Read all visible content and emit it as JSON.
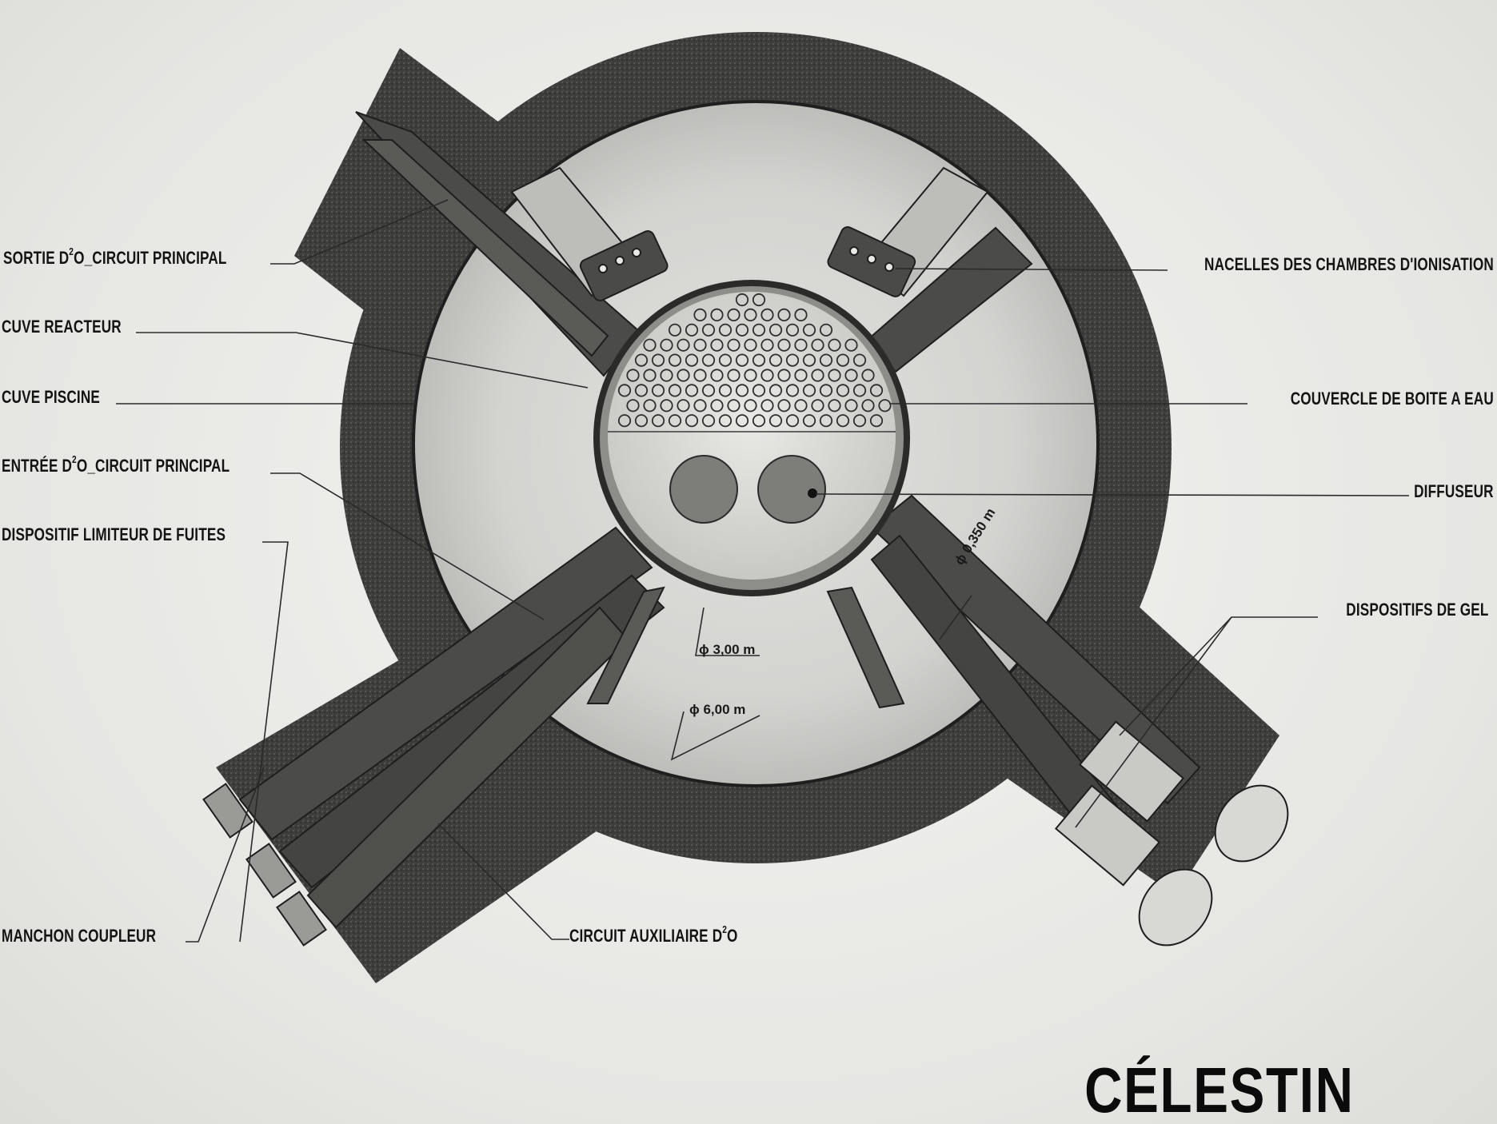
{
  "title": "CÉLESTIN",
  "labels": {
    "sortie_prefix": "SORTIE D",
    "sortie_sup": "2",
    "sortie_suffix": "O_CIRCUIT PRINCIPAL",
    "cuve_reacteur": "CUVE REACTEUR",
    "cuve_piscine": "CUVE PISCINE",
    "entree_prefix": "ENTRÉE D",
    "entree_sup": "2",
    "entree_suffix": "O_CIRCUIT PRINCIPAL",
    "limiteur": "DISPOSITIF LIMITEUR DE FUITES",
    "manchon": "MANCHON COUPLEUR",
    "auxiliaire_prefix": "CIRCUIT AUXILIAIRE D",
    "auxiliaire_sup": "2",
    "auxiliaire_suffix": "O",
    "nacelles": "NACELLES DES CHAMBRES D'IONISATION",
    "couvercle": "COUVERCLE DE BOITE A EAU",
    "diffuseur": "DIFFUSEUR",
    "gel": "DISPOSITIFS DE GEL"
  },
  "dimensions": {
    "d300": "ϕ 3,00 m",
    "d600": "ϕ 6,00 m",
    "d0350": "ϕ 0,350 m"
  },
  "colors": {
    "concrete": "#3e3e3c",
    "pool": "#d6d6d3",
    "pipe": "#4a4a48",
    "line": "#2a2a2a"
  }
}
